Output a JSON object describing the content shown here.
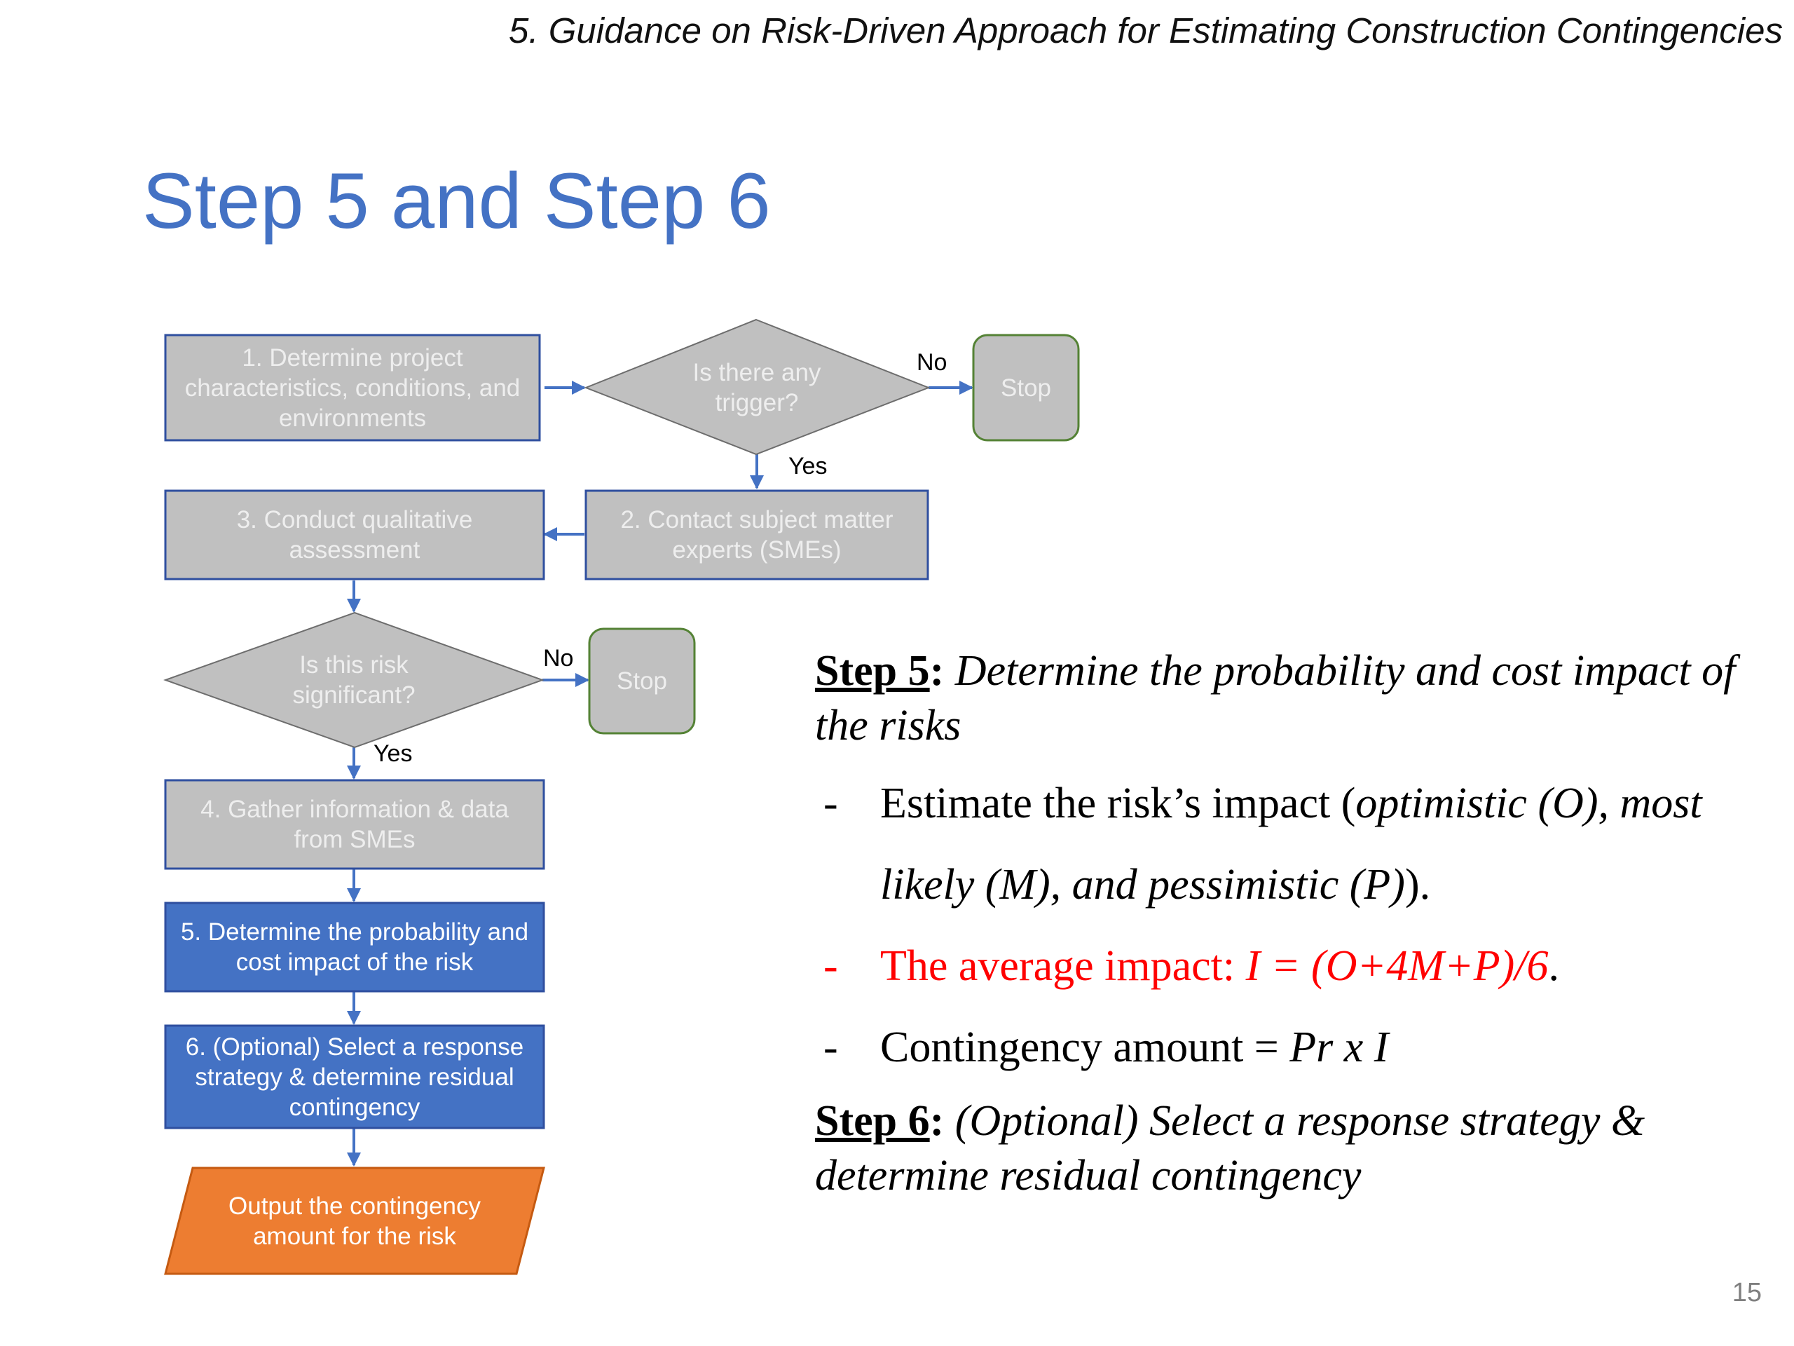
{
  "header": {
    "title": "5. Guidance on Risk-Driven Approach for Estimating Construction Contingencies"
  },
  "slide": {
    "title": "Step 5 and Step 6",
    "page_number": "15"
  },
  "colors": {
    "gray_fill": "#c0c0c0",
    "blue_border": "#2f4f9f",
    "blue_fill": "#4472c4",
    "green_border": "#548235",
    "orange_fill": "#ed7d31",
    "arrow": "#4472c4",
    "title_blue": "#4472c4",
    "red_text": "#ff0000"
  },
  "flowchart": {
    "nodes": {
      "n1": "1. Determine project characteristics, conditions, and environments",
      "d1": "Is there any trigger?",
      "stop1": "Stop",
      "n2": "2. Contact subject matter experts (SMEs)",
      "n3": "3. Conduct qualitative assessment",
      "d2": "Is this risk significant?",
      "stop2": "Stop",
      "n4": "4. Gather information & data from SMEs",
      "n5": "5. Determine the probability and cost impact of the risk",
      "n6": "6. (Optional) Select a response strategy & determine residual contingency",
      "out": "Output the contingency amount for the risk"
    },
    "edge_labels": {
      "d1_no": "No",
      "d1_yes": "Yes",
      "d2_no": "No",
      "d2_yes": "Yes"
    }
  },
  "explanation": {
    "step5": {
      "label": "Step 5",
      "colon": ":",
      "desc": "Determine the probability and cost impact of the risks"
    },
    "bullet1": {
      "dash": "-",
      "lead": "Estimate the risk’s impact (",
      "italic": "optimistic (O), most likely (M), and pessimistic (P)",
      "tail": ")."
    },
    "bullet2": {
      "dash": "-",
      "lead": "The average impact: ",
      "formula": "I = (O+4M+P)/6",
      "tail": "."
    },
    "bullet3": {
      "dash": "-",
      "lead": "Contingency amount = ",
      "formula": "Pr x I"
    },
    "step6": {
      "label": "Step 6",
      "colon": ":",
      "desc": "(Optional) Select a response strategy & determine residual contingency"
    }
  }
}
